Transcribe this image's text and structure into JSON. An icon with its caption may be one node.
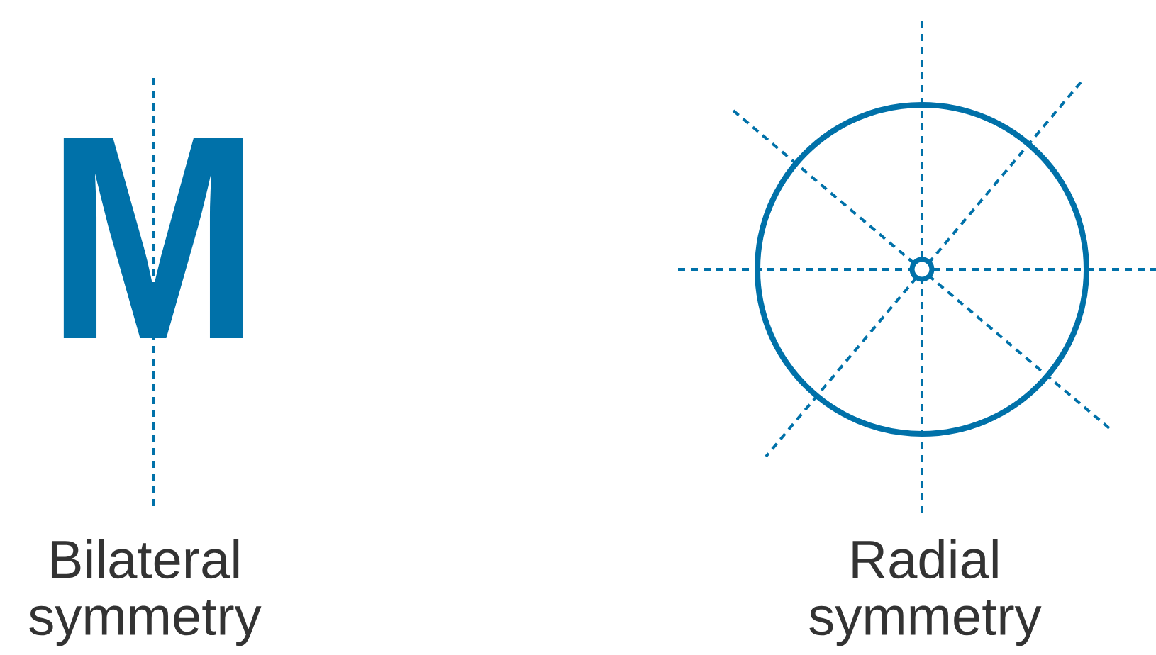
{
  "diagram": {
    "labels": [
      "M",
      "Bilateral symmetry",
      "Radial symmetry"
    ]
  }
}
